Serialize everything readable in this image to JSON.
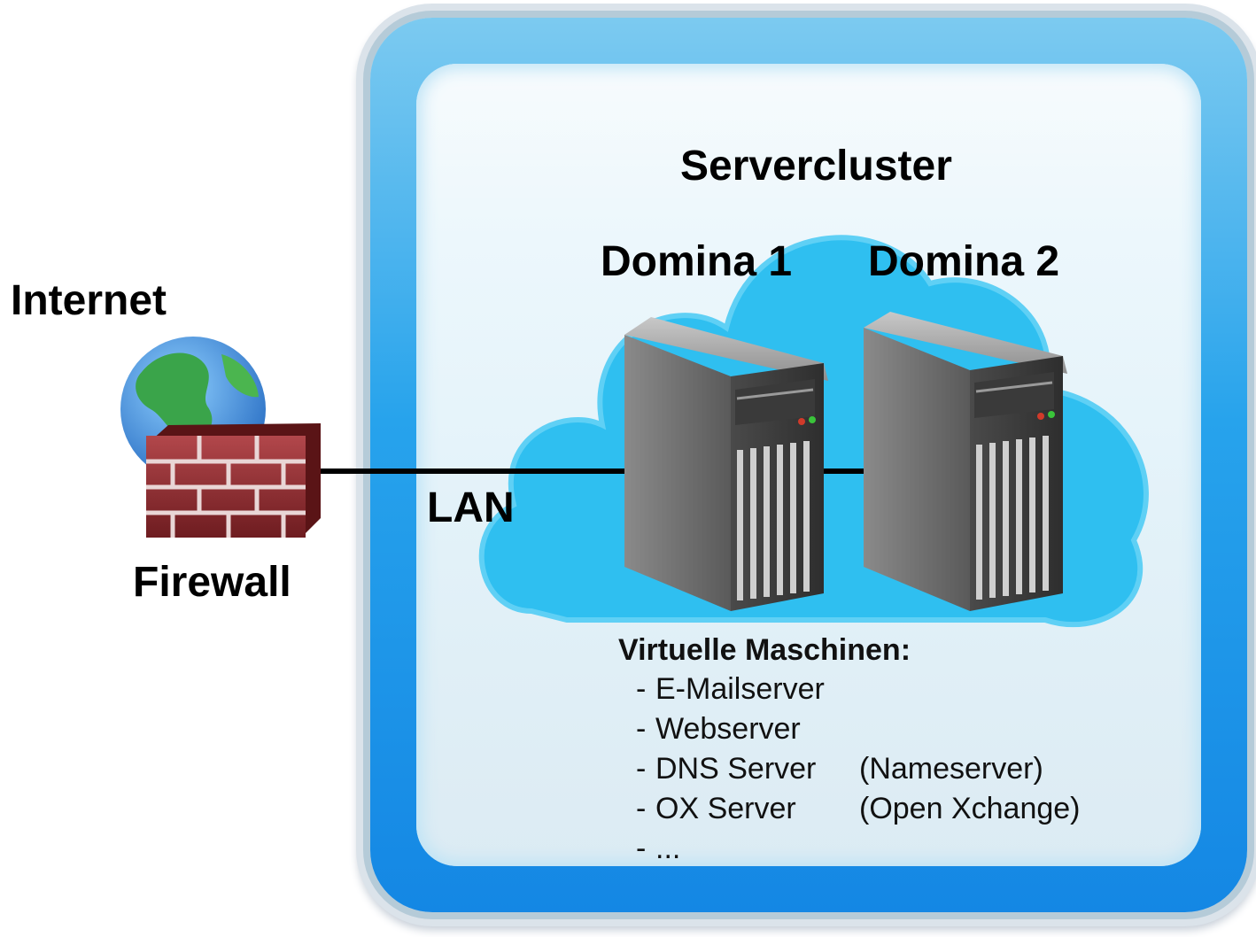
{
  "labels": {
    "internet": "Internet",
    "firewall": "Firewall",
    "lan": "LAN",
    "cluster": "Servercluster",
    "domina1": "Domina 1",
    "domina2": "Domina 2"
  },
  "vms": {
    "heading": "Virtuelle Maschinen:",
    "items": [
      {
        "dash": "-",
        "name": "E-Mailserver",
        "note": ""
      },
      {
        "dash": "-",
        "name": "Webserver",
        "note": ""
      },
      {
        "dash": "-",
        "name": "DNS Server",
        "note": "(Nameserver)"
      },
      {
        "dash": "-",
        "name": "OX Server",
        "note": "(Open Xchange)"
      },
      {
        "dash": "-",
        "name": "...",
        "note": ""
      }
    ]
  },
  "colors": {
    "cloud": "#2fbff0",
    "frame": "#1487e4",
    "server_body": "#6b6b6b",
    "firewall_brick": "#8c2a2e",
    "globe_land": "#3aa44a",
    "globe_sea": "#3c8ed8"
  },
  "icons": [
    "globe-icon",
    "firewall-icon",
    "server-icon"
  ]
}
